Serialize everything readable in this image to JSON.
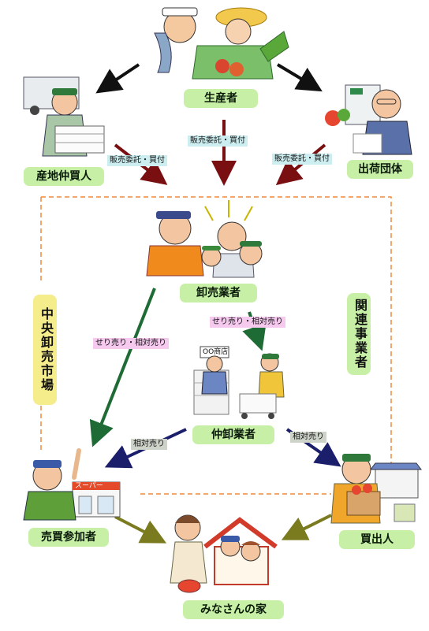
{
  "nodes": {
    "producer": "生産者",
    "local_broker": "産地仲買人",
    "shipping_group": "出荷団体",
    "wholesaler": "卸売業者",
    "intermediate_wholesaler": "仲卸業者",
    "trading_participant": "売買参加者",
    "buyer": "買出人",
    "home": "みなさんの家"
  },
  "edge_labels": {
    "left": "販売委託・買付",
    "center": "販売委託・買付",
    "right": "販売委託・買付",
    "auction_mutual_left": "せり売り・相対売り",
    "auction_mutual_center": "せり売り・相対売り",
    "mutual_left": "相対売り",
    "mutual_right": "相対売り"
  },
  "side_labels": {
    "central_market": "中央卸売市場",
    "related_business": "関連事業者"
  },
  "signs": {
    "supermarket": "スーパー",
    "shop_board": "OO商店"
  },
  "colors": {
    "node_bg": "#c7f0a6",
    "dashed_border": "#f08a3c",
    "arrow_black": "#111111",
    "arrow_darkred": "#7a0f12",
    "arrow_green": "#1f6b35",
    "arrow_navy": "#1b1e6b",
    "arrow_olive": "#7a7a1e"
  }
}
